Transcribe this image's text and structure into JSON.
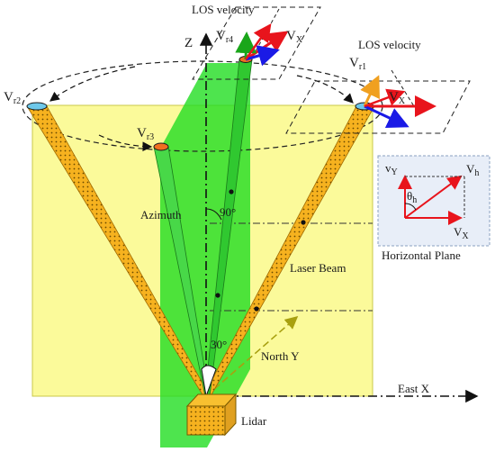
{
  "labels": {
    "los_top": "LOS velocity",
    "los_right": "LOS velocity",
    "z_axis": "Z",
    "vr1": "V",
    "vr1_sub": "r1",
    "vr2": "V",
    "vr2_sub": "r2",
    "vr3": "V",
    "vr3_sub": "r3",
    "vr4": "V",
    "vr4_sub": "r4",
    "vx_top": "V",
    "vx_top_sub": "X",
    "vx_right": "V",
    "vx_right_sub": "X",
    "azimuth": "Azimuth",
    "angle_90": "90°",
    "angle_30": "30°",
    "laser_beam": "Laser Beam",
    "north_y": "North Y",
    "east_x": "East X",
    "lidar": "Lidar",
    "horizontal_plane": "Horizontal Plane",
    "inset_vy": "v",
    "inset_vy_sub": "Y",
    "inset_vh": "V",
    "inset_vh_sub": "h",
    "inset_vx": "V",
    "inset_vx_sub": "X",
    "inset_theta": "θ",
    "inset_theta_sub": "h"
  },
  "colors": {
    "yellow_plane": "#fbfa9a",
    "green_plane": "#22dd22",
    "beam_fill": "#f6b21f",
    "red_vector": "#e8141c",
    "blue_vector": "#1a1ae6",
    "green_vector": "#1aa61a",
    "orange_vector": "#f0a020",
    "inset_bg": "#e8eef8"
  }
}
